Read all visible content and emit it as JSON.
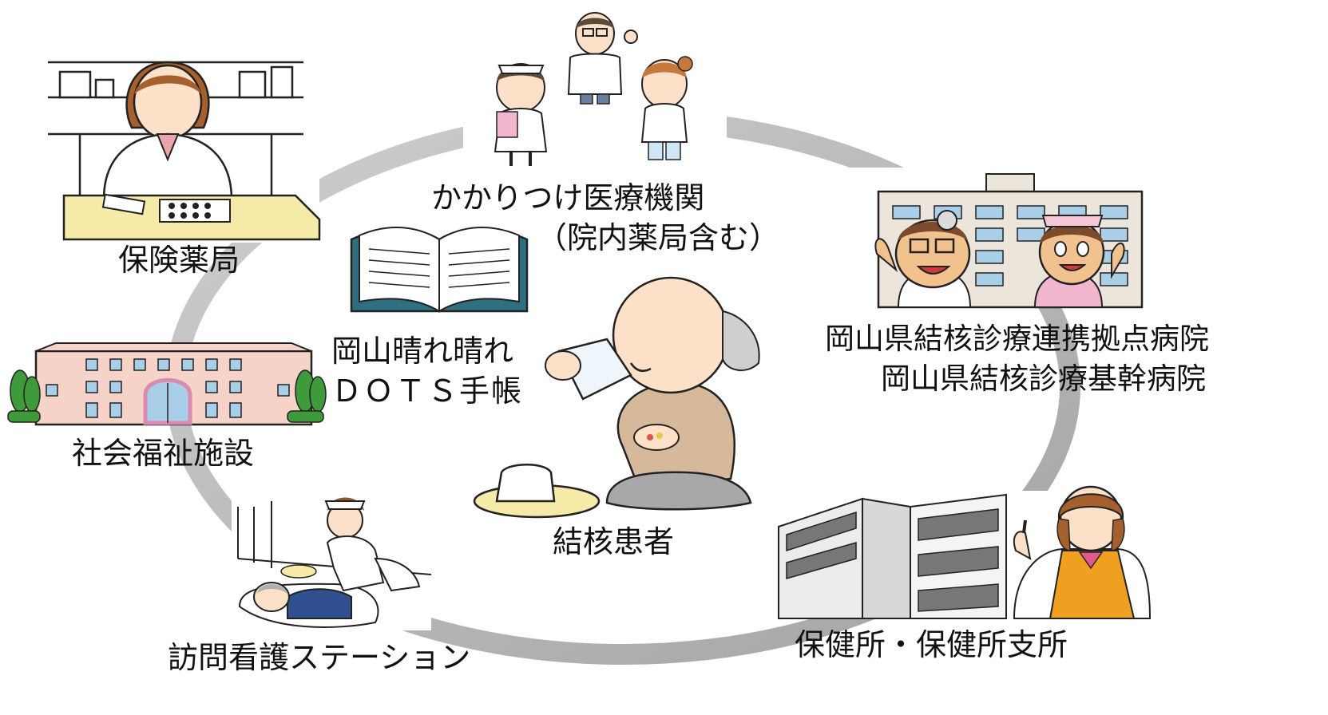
{
  "nodes": {
    "pharmacy": {
      "label": "保険薬局"
    },
    "clinic": {
      "label_line1": "かかりつけ医療機関",
      "label_line2": "（院内薬局含む）"
    },
    "hub_hospital": {
      "label_line1": "岡山県結核診療連携拠点病院",
      "label_line2": "岡山県結核診療基幹病院"
    },
    "welfare": {
      "label": "社会福祉施設"
    },
    "notebook": {
      "label_line1": "岡山晴れ晴れ",
      "label_line2": "ＤＯＴＳ手帳"
    },
    "patient": {
      "label": "結核患者"
    },
    "visiting_nurse": {
      "label": "訪問看護ステーション"
    },
    "health_center": {
      "label": "保健所・保健所支所"
    }
  },
  "colors": {
    "ring": "#b9b9b9",
    "ring_shadow": "#8f8f8f",
    "counter": "#f5eaa8",
    "hospital_body": "#ece5dc",
    "hospital_window": "#a9cfe8",
    "welfare_body": "#f6d3c8",
    "welfare_tree": "#3f9a3c",
    "book_cover": "#2f6f7f",
    "vest": "#f0a020",
    "skin": "#fde0c8",
    "hair_brown": "#a5602e"
  }
}
